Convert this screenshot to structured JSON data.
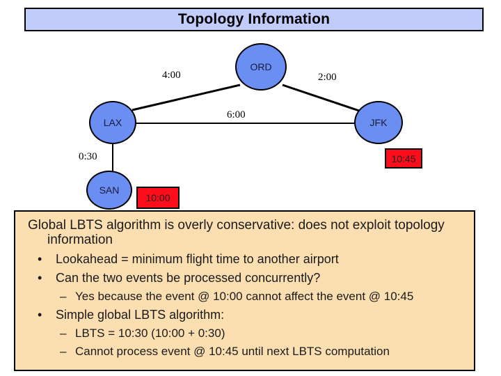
{
  "title": {
    "text": "Topology Information"
  },
  "colors": {
    "title_bar": "#c2ccfb",
    "node_fill": "#6b8ef2",
    "event_fill": "#fb0d1b",
    "panel_fill": "#fbdfb1",
    "outline": "#000000"
  },
  "graph": {
    "nodes": [
      {
        "id": "ord",
        "label": "ORD"
      },
      {
        "id": "lax",
        "label": "LAX"
      },
      {
        "id": "jfk",
        "label": "JFK"
      },
      {
        "id": "san",
        "label": "SAN"
      }
    ],
    "edges": [
      {
        "from": "LAX",
        "to": "ORD",
        "label": "4:00"
      },
      {
        "from": "ORD",
        "to": "JFK",
        "label": "2:00"
      },
      {
        "from": "LAX",
        "to": "JFK",
        "label": "6:00"
      },
      {
        "from": "LAX",
        "to": "SAN",
        "label": "0:30"
      }
    ],
    "events": [
      {
        "at": "SAN",
        "label": "10:00"
      },
      {
        "at": "JFK",
        "label": "10:45"
      }
    ]
  },
  "body": {
    "intro": "Global LBTS algorithm is overly conservative: does not exploit topology",
    "intro_cont": "information",
    "bullet_dot": "•",
    "bullet_dash": "–",
    "items": [
      {
        "level": 1,
        "text": "Lookahead = minimum flight time to another airport"
      },
      {
        "level": 1,
        "text": "Can the two events be processed concurrently?"
      },
      {
        "level": 2,
        "text": "Yes because the event @ 10:00 cannot affect the event @ 10:45"
      },
      {
        "level": 1,
        "text": "Simple global LBTS algorithm:"
      },
      {
        "level": 2,
        "text": "LBTS = 10:30 (10:00 + 0:30)"
      },
      {
        "level": 2,
        "text": "Cannot process event @ 10:45 until next LBTS computation"
      }
    ]
  }
}
